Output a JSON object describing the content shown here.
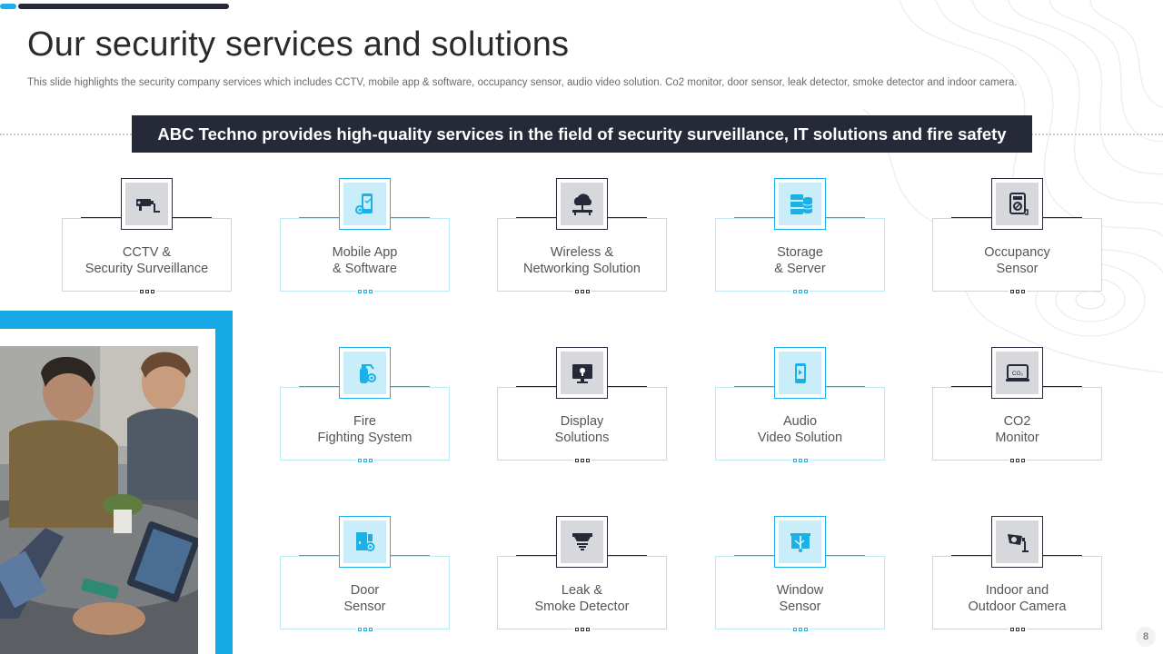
{
  "header": {
    "title": "Our security services and solutions",
    "subtitle": "This slide highlights the security company services which includes CCTV, mobile app & software, occupancy sensor, audio video solution. Co2 monitor, door sensor, leak detector, smoke detector and indoor camera."
  },
  "banner": {
    "text": "ABC Techno provides high-quality services in the field of security surveillance, IT solutions and fire safety"
  },
  "services": [
    {
      "label": "CCTV &\nSecurity Surveillance",
      "icon": "cctv-icon",
      "accent": "dark"
    },
    {
      "label": "Mobile App\n& Software",
      "icon": "mobile-app-icon",
      "accent": "blue"
    },
    {
      "label": "Wireless &\nNetworking Solution",
      "icon": "cloud-network-icon",
      "accent": "dark"
    },
    {
      "label": "Storage\n& Server",
      "icon": "server-icon",
      "accent": "blue"
    },
    {
      "label": "Occupancy\nSensor",
      "icon": "occupancy-sensor-icon",
      "accent": "dark"
    },
    {
      "label": "Fire\nFighting System",
      "icon": "fire-extinguisher-icon",
      "accent": "blue"
    },
    {
      "label": "Display\nSolutions",
      "icon": "display-icon",
      "accent": "dark"
    },
    {
      "label": "Audio\nVideo Solution",
      "icon": "video-icon",
      "accent": "blue"
    },
    {
      "label": "CO2\nMonitor",
      "icon": "co2-monitor-icon",
      "accent": "dark"
    },
    {
      "label": "Door\nSensor",
      "icon": "door-sensor-icon",
      "accent": "blue"
    },
    {
      "label": "Leak &\nSmoke Detector",
      "icon": "smoke-detector-icon",
      "accent": "dark"
    },
    {
      "label": "Window\nSensor",
      "icon": "window-sensor-icon",
      "accent": "blue"
    },
    {
      "label": "Indoor and\nOutdoor Camera",
      "icon": "security-camera-icon",
      "accent": "dark"
    }
  ],
  "co2_icon_text": "CO₂",
  "page_number": "8",
  "colors": {
    "accent_blue": "#1ab0e8",
    "dark_navy": "#262a38"
  }
}
